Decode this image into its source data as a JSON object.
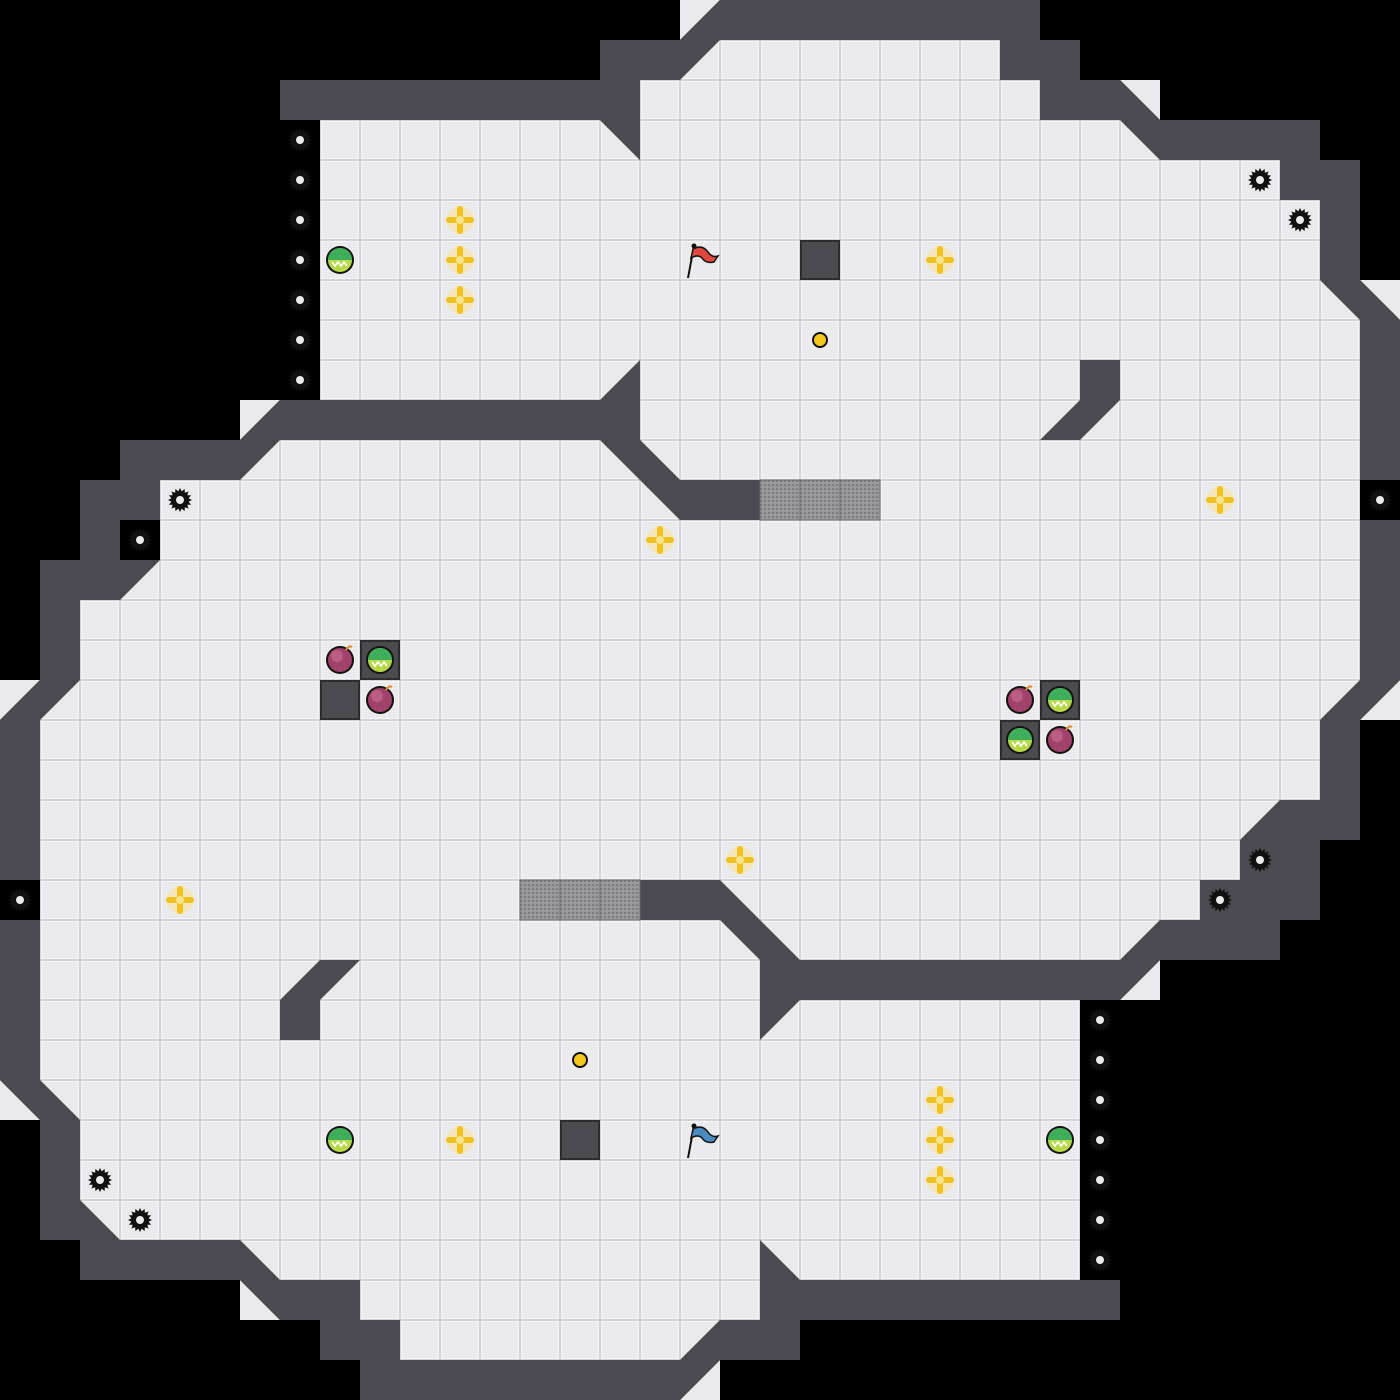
{
  "map": {
    "name": "capture-the-flag-arena",
    "grid_size": 35,
    "background_color": "#000000",
    "floor_color": "#ebebed",
    "wall_color": "#4a4a50",
    "gate_color": "#8c8c90"
  },
  "flags": [
    {
      "team": "red",
      "color": "#e0483e",
      "icon": "red-flag-icon",
      "col": 17,
      "row": 6
    },
    {
      "team": "blue",
      "color": "#4a8cc0",
      "icon": "blue-flag-icon",
      "col": 17,
      "row": 28
    }
  ],
  "powerups": [
    {
      "icon": "powerup-icon",
      "col": 8,
      "row": 6
    },
    {
      "icon": "powerup-icon",
      "col": 25,
      "row": 18
    },
    {
      "icon": "powerup-icon",
      "col": 9,
      "row": 16
    },
    {
      "icon": "powerup-icon",
      "col": 26,
      "row": 17
    },
    {
      "icon": "powerup-icon",
      "col": 26,
      "row": 28
    },
    {
      "icon": "powerup-icon",
      "col": 8,
      "row": 28
    }
  ],
  "boosts": [
    {
      "icon": "boost-icon",
      "col": 11,
      "row": 5
    },
    {
      "icon": "boost-icon",
      "col": 11,
      "row": 6
    },
    {
      "icon": "boost-icon",
      "col": 11,
      "row": 7
    },
    {
      "icon": "boost-icon",
      "col": 23,
      "row": 6
    },
    {
      "icon": "boost-icon",
      "col": 16,
      "row": 13
    },
    {
      "icon": "boost-icon",
      "col": 30,
      "row": 12
    },
    {
      "icon": "boost-icon",
      "col": 18,
      "row": 21
    },
    {
      "icon": "boost-icon",
      "col": 4,
      "row": 22
    },
    {
      "icon": "boost-icon",
      "col": 11,
      "row": 28
    },
    {
      "icon": "boost-icon",
      "col": 23,
      "row": 27
    },
    {
      "icon": "boost-icon",
      "col": 23,
      "row": 28
    },
    {
      "icon": "boost-icon",
      "col": 23,
      "row": 29
    }
  ],
  "bombs": [
    {
      "icon": "bomb-icon",
      "col": 8,
      "row": 16
    },
    {
      "icon": "bomb-icon",
      "col": 9,
      "row": 17
    },
    {
      "icon": "bomb-icon",
      "col": 25,
      "row": 17
    },
    {
      "icon": "bomb-icon",
      "col": 26,
      "row": 18
    }
  ],
  "buttons": [
    {
      "icon": "button-icon",
      "col": 20,
      "row": 8
    },
    {
      "icon": "button-icon",
      "col": 14,
      "row": 26
    }
  ],
  "spikes": [
    {
      "icon": "spike-icon",
      "col": 7,
      "row": 3
    },
    {
      "icon": "spike-icon",
      "col": 7,
      "row": 4
    },
    {
      "icon": "spike-icon",
      "col": 7,
      "row": 5
    },
    {
      "icon": "spike-icon",
      "col": 7,
      "row": 6
    },
    {
      "icon": "spike-icon",
      "col": 7,
      "row": 7
    },
    {
      "icon": "spike-icon",
      "col": 7,
      "row": 8
    },
    {
      "icon": "spike-icon",
      "col": 7,
      "row": 9
    },
    {
      "icon": "spike-icon",
      "col": 31,
      "row": 4
    },
    {
      "icon": "spike-icon",
      "col": 32,
      "row": 5
    },
    {
      "icon": "spike-icon",
      "col": 4,
      "row": 12
    },
    {
      "icon": "spike-icon",
      "col": 3,
      "row": 13
    },
    {
      "icon": "spike-icon",
      "col": 34,
      "row": 12
    },
    {
      "icon": "spike-icon",
      "col": 0,
      "row": 22
    },
    {
      "icon": "spike-icon",
      "col": 31,
      "row": 21
    },
    {
      "icon": "spike-icon",
      "col": 30,
      "row": 22
    },
    {
      "icon": "spike-icon",
      "col": 2,
      "row": 29
    },
    {
      "icon": "spike-icon",
      "col": 3,
      "row": 30
    },
    {
      "icon": "spike-icon",
      "col": 27,
      "row": 25
    },
    {
      "icon": "spike-icon",
      "col": 27,
      "row": 26
    },
    {
      "icon": "spike-icon",
      "col": 27,
      "row": 27
    },
    {
      "icon": "spike-icon",
      "col": 27,
      "row": 28
    },
    {
      "icon": "spike-icon",
      "col": 27,
      "row": 29
    },
    {
      "icon": "spike-icon",
      "col": 27,
      "row": 30
    },
    {
      "icon": "spike-icon",
      "col": 27,
      "row": 31
    }
  ],
  "gates": [
    {
      "col": 19,
      "row": 12
    },
    {
      "col": 20,
      "row": 12
    },
    {
      "col": 21,
      "row": 12
    },
    {
      "col": 13,
      "row": 22
    },
    {
      "col": 14,
      "row": 22
    },
    {
      "col": 15,
      "row": 22
    }
  ],
  "blocks": [
    {
      "col": 20,
      "row": 6
    },
    {
      "col": 9,
      "row": 16
    },
    {
      "col": 8,
      "row": 17
    },
    {
      "col": 26,
      "row": 17
    },
    {
      "col": 25,
      "row": 18
    },
    {
      "col": 14,
      "row": 28
    }
  ]
}
